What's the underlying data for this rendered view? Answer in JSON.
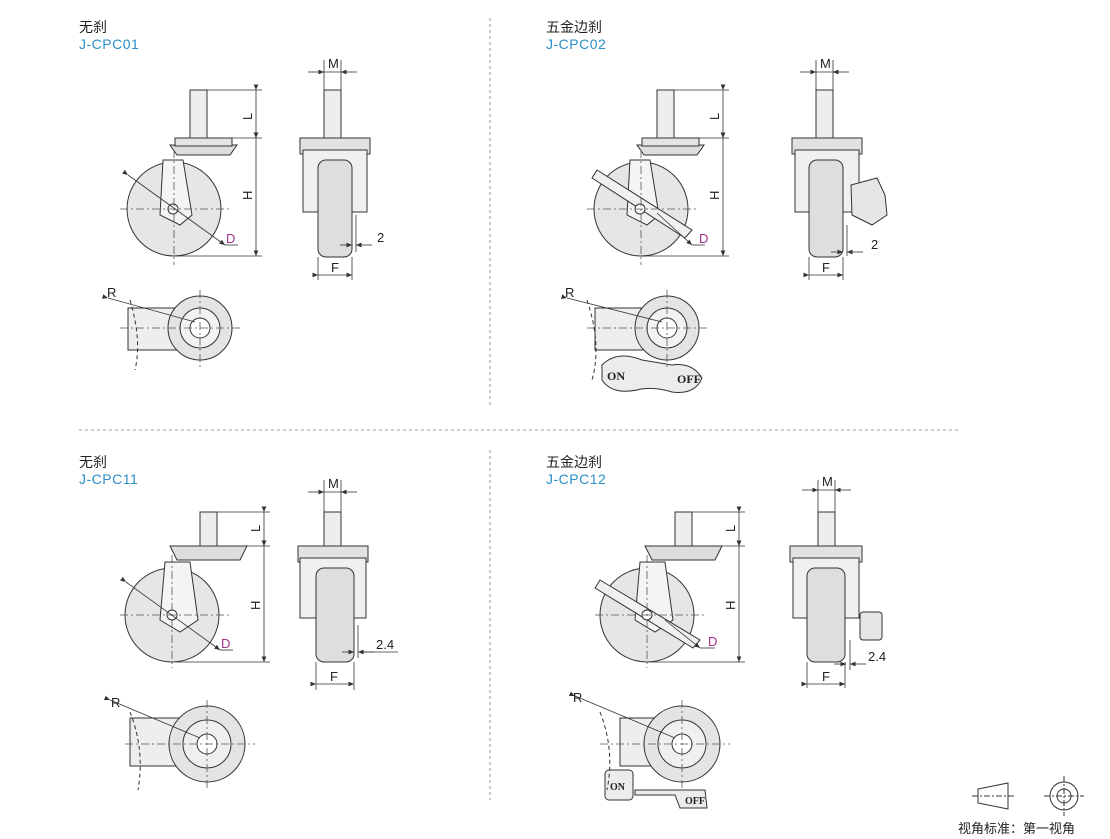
{
  "panels": [
    {
      "title": "无刹",
      "code": "J-CPC01",
      "dims": {
        "m": "M",
        "l": "L",
        "h": "H",
        "f": "F",
        "d": "D",
        "r": "R",
        "offset": "2"
      }
    },
    {
      "title": "五金边刹",
      "code": "J-CPC02",
      "dims": {
        "m": "M",
        "l": "L",
        "h": "H",
        "f": "F",
        "d": "D",
        "r": "R",
        "offset": "2"
      },
      "brake": {
        "on": "ON",
        "off": "OFF"
      }
    },
    {
      "title": "无刹",
      "code": "J-CPC11",
      "dims": {
        "m": "M",
        "l": "L",
        "h": "H",
        "f": "F",
        "d": "D",
        "r": "R",
        "offset": "2.4"
      }
    },
    {
      "title": "五金边刹",
      "code": "J-CPC12",
      "dims": {
        "m": "M",
        "l": "L",
        "h": "H",
        "f": "F",
        "d": "D",
        "r": "R",
        "offset": "2.4"
      },
      "brake": {
        "on": "ON",
        "off": "OFF"
      }
    }
  ],
  "projection": {
    "label": "视角标准：第一视角"
  },
  "colors": {
    "code": "#2a8fc8",
    "dimension_d": "#a0308a",
    "divider": "#999999"
  }
}
